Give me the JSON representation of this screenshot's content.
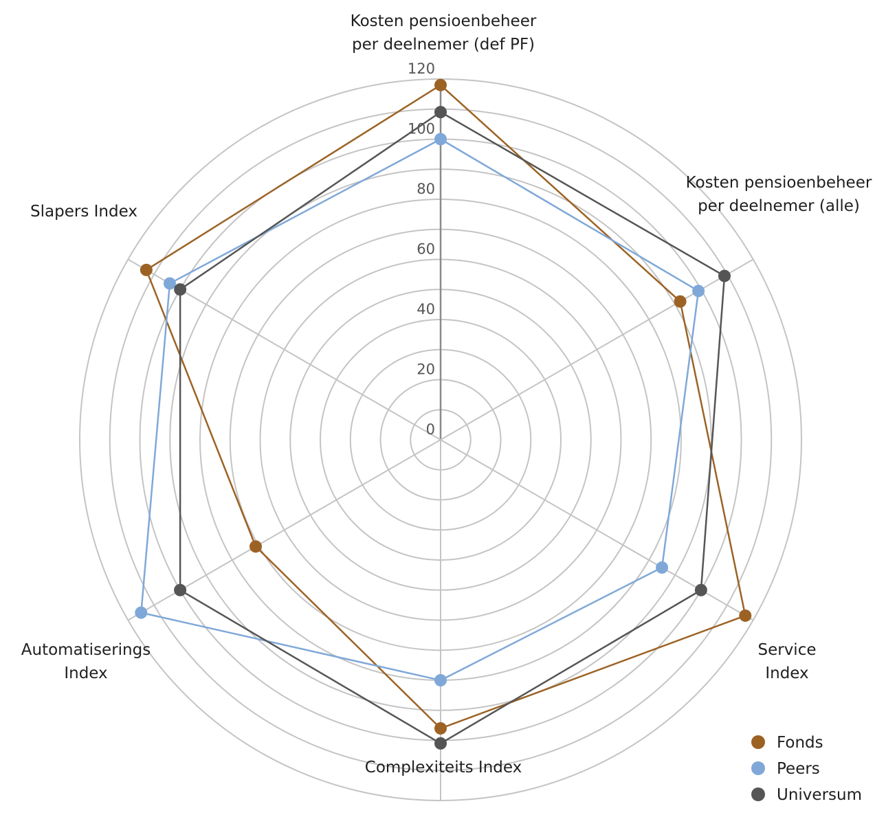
{
  "chart_data": {
    "type": "radar",
    "axes": [
      [
        "Kosten pensioenbeheer",
        "per deelnemer (def PF)"
      ],
      [
        "Kosten pensioenbeheer",
        "per deelnemer (alle)"
      ],
      [
        "Service",
        "Index"
      ],
      [
        "Complexiteits Index"
      ],
      [
        "Automatiserings",
        "Index"
      ],
      [
        "Slapers Index"
      ]
    ],
    "rlim": [
      0,
      120
    ],
    "ticks": [
      "0",
      "20",
      "40",
      "60",
      "80",
      "100",
      "120"
    ],
    "tick_values": [
      0,
      20,
      40,
      60,
      80,
      100,
      120
    ],
    "grid_rings": [
      10,
      20,
      30,
      40,
      50,
      60,
      70,
      80,
      90,
      100,
      110,
      120
    ],
    "grid": true,
    "legend_position": "bottom-right",
    "series": [
      {
        "name": "Fonds",
        "color": "#9c6224",
        "values": [
          118,
          92,
          117,
          96,
          71,
          113
        ]
      },
      {
        "name": "Peers",
        "color": "#7fa8d8",
        "values": [
          100,
          99,
          85,
          80,
          115,
          104
        ]
      },
      {
        "name": "Universum",
        "color": "#555555",
        "values": [
          109,
          109,
          100,
          101,
          100,
          100
        ]
      }
    ]
  }
}
